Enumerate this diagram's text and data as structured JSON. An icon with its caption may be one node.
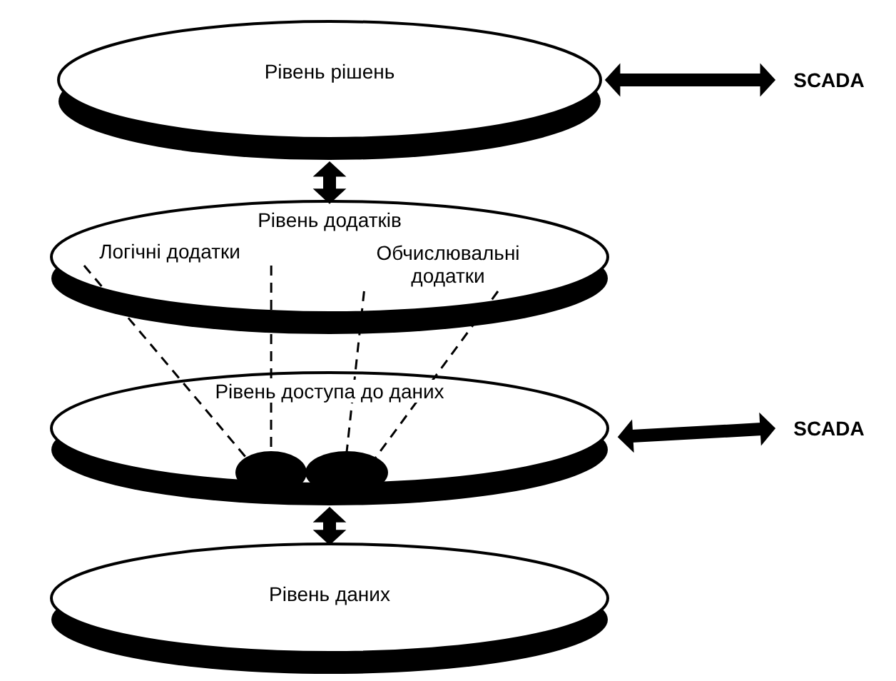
{
  "diagram": {
    "nodes": [
      {
        "text": [
          "Рівень рішень"
        ]
      },
      {
        "text": [
          "SCADA"
        ]
      },
      {
        "text": [
          "Рівень додатків"
        ]
      },
      {
        "text": [
          "Логічні додатки"
        ],
        "in": 2
      },
      {
        "text": [
          "Обчислювальні додатки"
        ],
        "in": 2
      },
      {
        "text": [
          "Рівень доступа до даних"
        ]
      },
      {
        "text": [],
        "shape": "circle",
        "in": 5
      },
      {
        "text": [],
        "shape": "circle",
        "in": 5
      },
      {
        "text": [
          "SCADA"
        ]
      },
      {
        "text": [
          "Рівень даних"
        ]
      }
    ],
    "edges": [
      {
        "from": 0,
        "to": 1,
        "arrow": "both",
        "style": "thick"
      },
      {
        "from": 0,
        "to": 2,
        "arrow": "both",
        "style": "thick"
      },
      {
        "from": 3,
        "to": 6,
        "arrow": "none",
        "style": "dashed"
      },
      {
        "from": 3,
        "to": 6,
        "arrow": "none",
        "style": "dashed"
      },
      {
        "from": 4,
        "to": 7,
        "arrow": "none",
        "style": "dashed"
      },
      {
        "from": 4,
        "to": 7,
        "arrow": "none",
        "style": "dashed"
      },
      {
        "from": 5,
        "to": 8,
        "arrow": "both",
        "style": "thick"
      },
      {
        "from": 5,
        "to": 9,
        "arrow": "both",
        "style": "thick"
      }
    ]
  }
}
